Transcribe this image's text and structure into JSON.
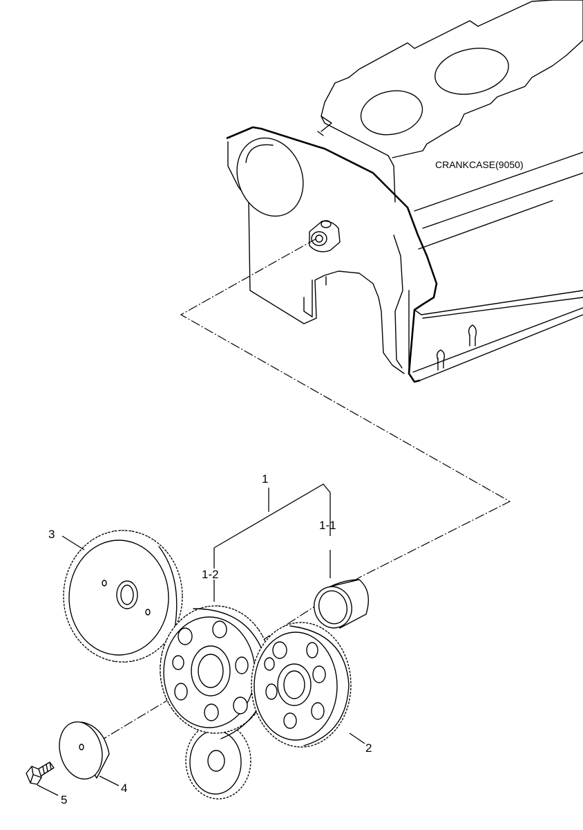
{
  "labels": {
    "crankcase": "CRANKCASE(9050)",
    "part_1": "1",
    "part_1_1": "1-1",
    "part_1_2": "1-2",
    "part_2": "2",
    "part_3": "3",
    "part_4": "4",
    "part_5": "5"
  }
}
